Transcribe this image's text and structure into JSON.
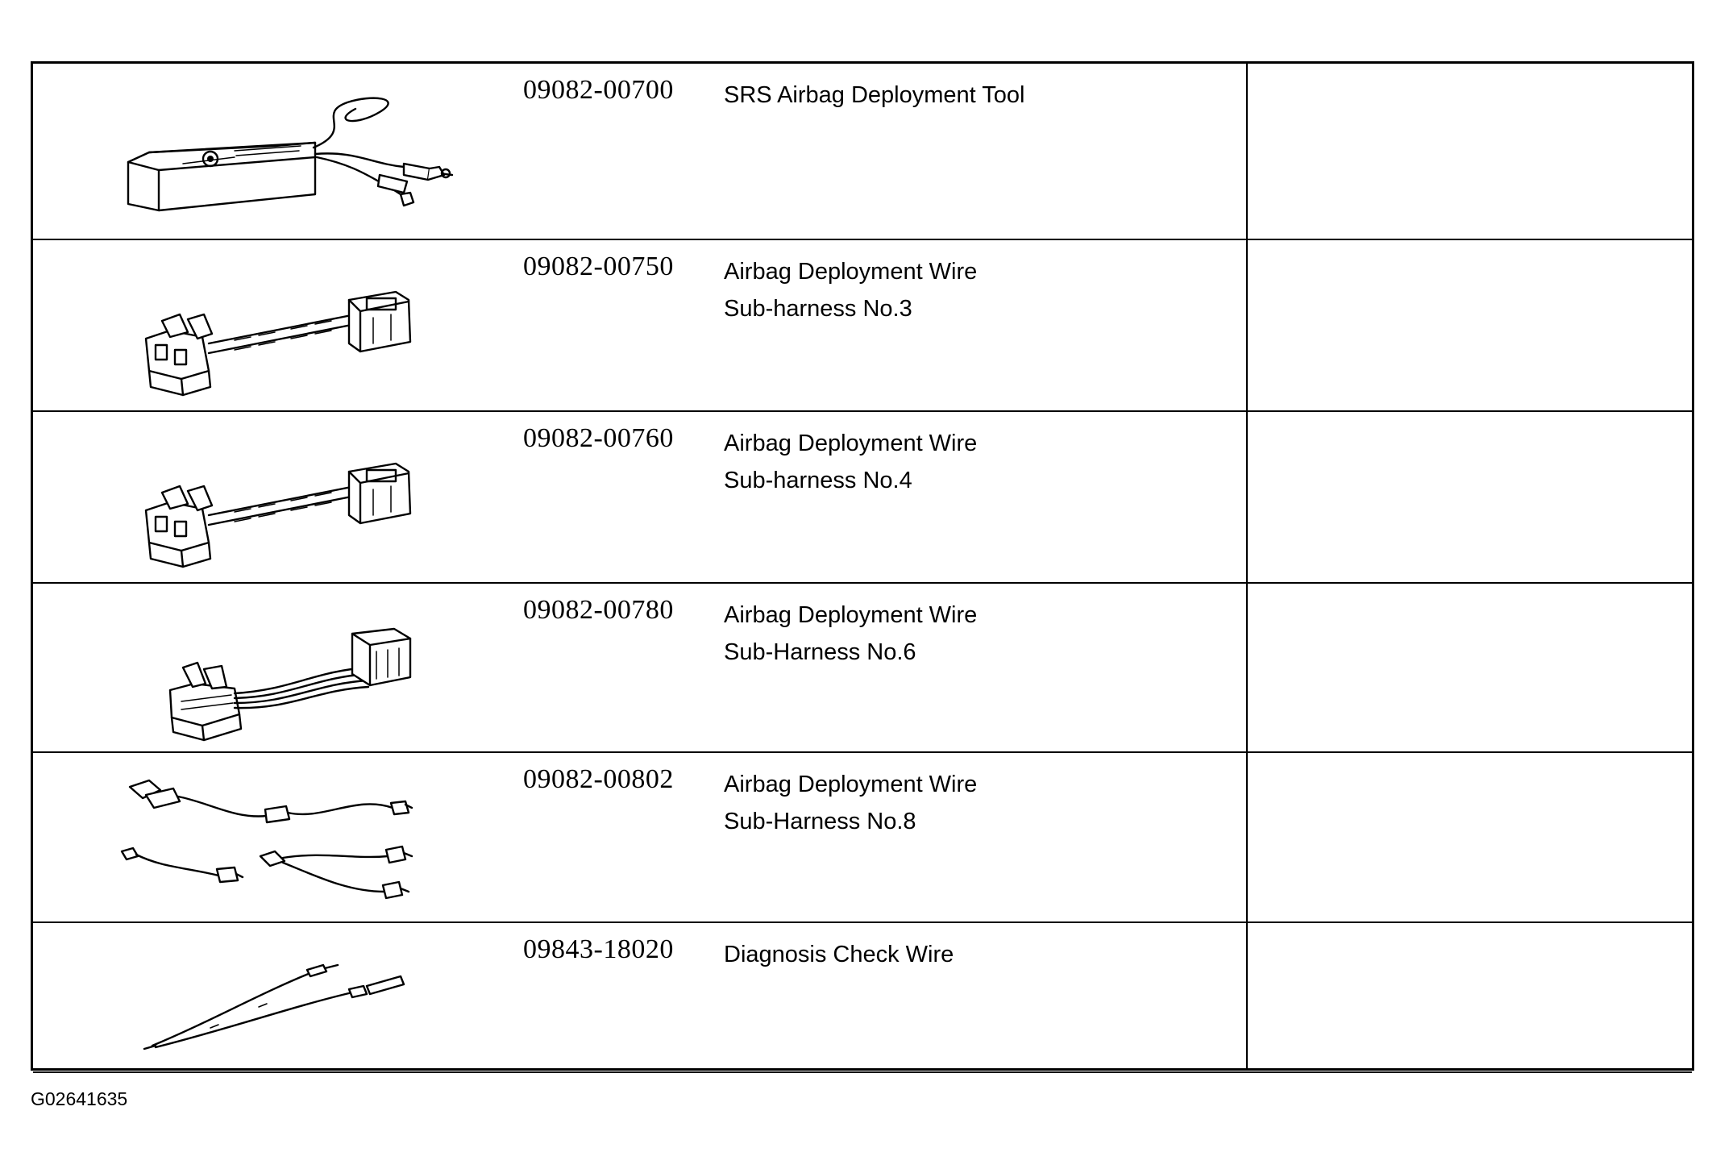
{
  "tools": [
    {
      "part_number": "09082-00700",
      "description_lines": [
        "SRS Airbag Deployment Tool"
      ],
      "illustration": "deployment-tool-box-illustration"
    },
    {
      "part_number": "09082-00750",
      "description_lines": [
        "Airbag Deployment Wire",
        "Sub-harness No.3"
      ],
      "illustration": "sub-harness-connector-illustration"
    },
    {
      "part_number": "09082-00760",
      "description_lines": [
        "Airbag Deployment Wire",
        "Sub-harness No.4"
      ],
      "illustration": "sub-harness-connector-illustration"
    },
    {
      "part_number": "09082-00780",
      "description_lines": [
        "Airbag Deployment Wire",
        "Sub-Harness No.6"
      ],
      "illustration": "sub-harness-flat-connector-illustration"
    },
    {
      "part_number": "09082-00802",
      "description_lines": [
        "Airbag Deployment Wire",
        "Sub-Harness No.8"
      ],
      "illustration": "sub-harness-multi-lead-illustration"
    },
    {
      "part_number": "09843-18020",
      "description_lines": [
        "Diagnosis Check Wire"
      ],
      "illustration": "check-wire-illustration"
    }
  ],
  "figure_id": "G02641635"
}
